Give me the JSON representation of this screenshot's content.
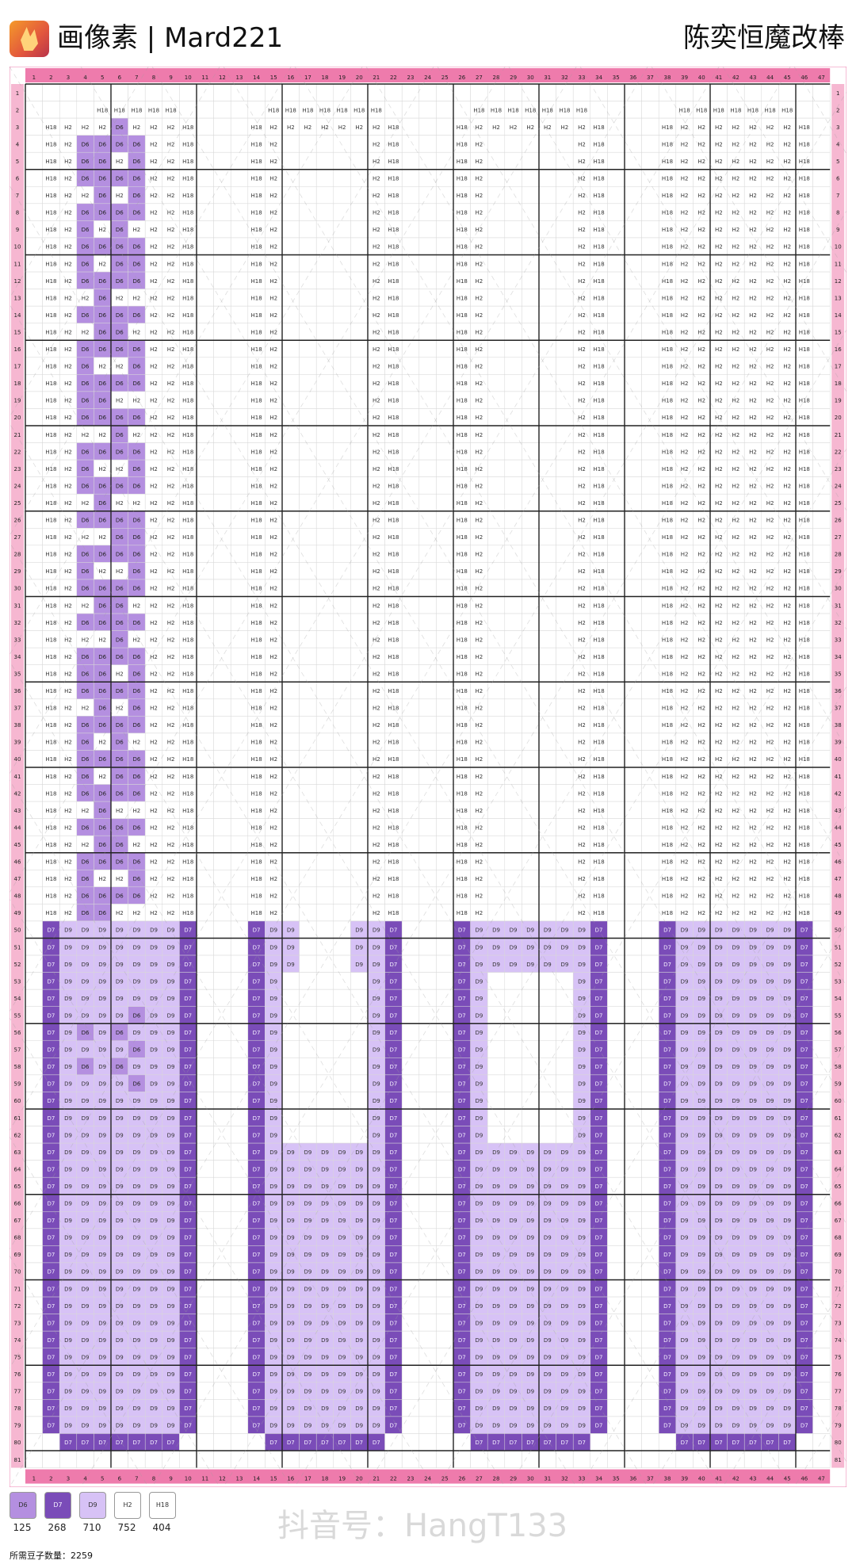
{
  "header": {
    "app_title": "画像素 | Mard221",
    "right_title": "陈奕恒魔改棒"
  },
  "grid": {
    "cols": 47,
    "rows": 81,
    "watermark_text": "抖音号"
  },
  "colors": {
    "D6": "#b48fe0",
    "D7": "#7a4cb8",
    "D9": "#d7c2f6",
    "H2": "#ffffff",
    "H18": "#ffffff",
    "frame": "#ee7bac"
  },
  "legend": [
    {
      "code": "D6",
      "count": "125"
    },
    {
      "code": "D7",
      "count": "268"
    },
    {
      "code": "D9",
      "count": "710"
    },
    {
      "code": "H2",
      "count": "752"
    },
    {
      "code": "H18",
      "count": "404"
    }
  ],
  "total_label": "所需豆子数量：2259",
  "watermark": "抖音号：HangT133"
}
